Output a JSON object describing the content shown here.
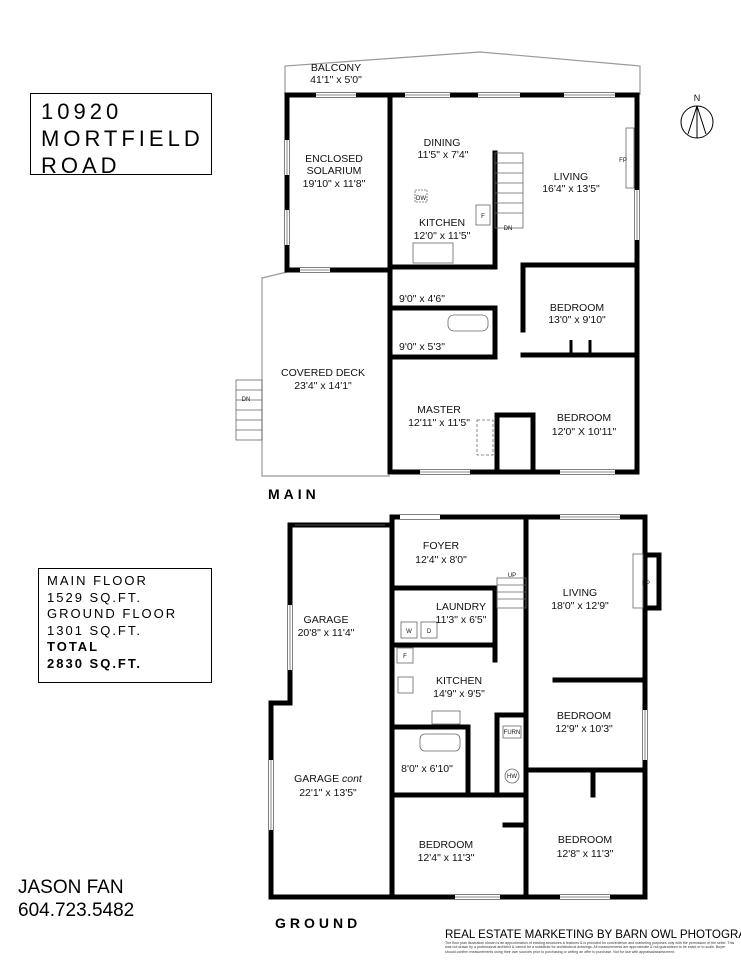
{
  "address": {
    "line1": "10920",
    "line2": "MORTFIELD",
    "line3": "ROAD"
  },
  "compass": {
    "label": "N"
  },
  "main_floor": {
    "label": "MAIN",
    "rooms": {
      "balcony": {
        "name": "BALCONY",
        "size": "41'1\" x 5'0\""
      },
      "dining": {
        "name": "DINING",
        "size": "11'5\" x 7'4\""
      },
      "solarium": {
        "name1": "ENCLOSED",
        "name2": "SOLARIUM",
        "size": "19'10\" x 11'8\""
      },
      "living": {
        "name": "LIVING",
        "size": "16'4\" x 13'5\""
      },
      "kitchen": {
        "name": "KITCHEN",
        "size": "12'0\" x 11'5\""
      },
      "bath1": {
        "size": "9'0\" x 4'6\""
      },
      "bath2": {
        "size": "9'0\" x 5'3\""
      },
      "bedroom1": {
        "name": "BEDROOM",
        "size": "13'0\" x 9'10\""
      },
      "covered_deck": {
        "name": "COVERED DECK",
        "size": "23'4\" x 14'1\""
      },
      "master": {
        "name": "MASTER",
        "size": "12'11\" x 11'5\""
      },
      "bedroom2": {
        "name": "BEDROOM",
        "size": "12'0\" X 10'11\""
      }
    },
    "fixtures": {
      "dw": "DW",
      "fridge": "F",
      "fp": "FP",
      "stairs": "DN",
      "deck_stairs": "DN"
    }
  },
  "ground_floor": {
    "label": "GROUND",
    "rooms": {
      "foyer": {
        "name": "FOYER",
        "size": "12'4\" x 8'0\""
      },
      "living": {
        "name": "LIVING",
        "size": "18'0\" x 12'9\""
      },
      "garage": {
        "name": "GARAGE",
        "size": "20'8\" x 11'4\""
      },
      "laundry": {
        "name": "LAUNDRY",
        "size": "11'3\" x 6'5\""
      },
      "kitchen": {
        "name": "KITCHEN",
        "size": "14'9\" x 9'5\""
      },
      "bedroom1": {
        "name": "BEDROOM",
        "size": "12'9\" x 10'3\""
      },
      "bath": {
        "size": "8'0\" x 6'10\""
      },
      "garage_cont": {
        "name": "GARAGE",
        "name_suffix": "cont",
        "size": "22'1\" x 13'5\""
      },
      "bedroom2": {
        "name": "BEDROOM",
        "size": "12'4\" x 11'3\""
      },
      "bedroom3": {
        "name": "BEDROOM",
        "size": "12'8\" x 11'3\""
      }
    },
    "fixtures": {
      "washer": "W",
      "dryer": "D",
      "fridge": "F",
      "furnace": "FURN",
      "hot_water": "HW",
      "fp": "FP",
      "stairs": "UP"
    }
  },
  "stats": {
    "main_label": "MAIN FLOOR",
    "main_value": "1529 SQ.FT.",
    "ground_label": "GROUND FLOOR",
    "ground_value": "1301 SQ.FT.",
    "total_label": "TOTAL",
    "total_value": "2830 SQ.FT."
  },
  "agent": {
    "name": "JASON FAN",
    "phone": "604.723.5482"
  },
  "footer": {
    "title": "REAL ESTATE MARKETING BY BARN OWL PHOTOGRAPHY",
    "disclaimer": "The floor plan illustration shown is an approximation of existing structures & features & is provided for convenience and marketing purposes only with the permission of the seller. This was not drawn by a professional architect & cannot be a substitute for architectural drawings. All measurements are approximate & not guaranteed to be exact or to scale. Buyer should confirm measurements using their own sources prior to purchasing or writing an offer to purchase. Not for use with appraisal/assessment."
  }
}
